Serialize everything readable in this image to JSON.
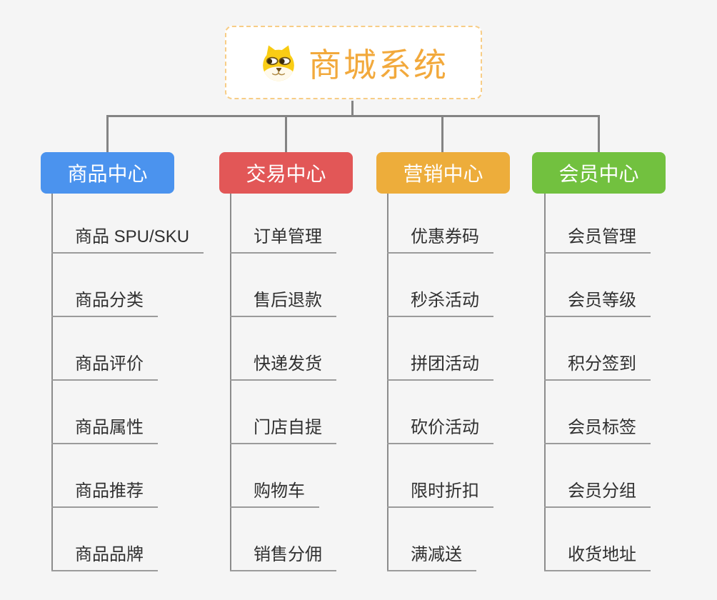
{
  "canvas": {
    "background": "#f5f5f5"
  },
  "root": {
    "title": "商城系统",
    "icon": "doge-face-icon",
    "text_color": "#f2a93c",
    "border_color": "#f7cd86",
    "fill": "#ffffff"
  },
  "connector_color": "#848484",
  "underline_color": "#9b9b9b",
  "branches": [
    {
      "label": "商品中心",
      "color": "#4b93ee",
      "items": [
        "商品 SPU/SKU",
        "商品分类",
        "商品评价",
        "商品属性",
        "商品推荐",
        "商品品牌"
      ]
    },
    {
      "label": "交易中心",
      "color": "#e25757",
      "items": [
        "订单管理",
        "售后退款",
        "快递发货",
        "门店自提",
        "购物车",
        "销售分佣"
      ]
    },
    {
      "label": "营销中心",
      "color": "#edad3b",
      "items": [
        "优惠券码",
        "秒杀活动",
        "拼团活动",
        "砍价活动",
        "限时折扣",
        "满减送"
      ]
    },
    {
      "label": "会员中心",
      "color": "#72c13f",
      "items": [
        "会员管理",
        "会员等级",
        "积分签到",
        "会员标签",
        "会员分组",
        "收货地址"
      ]
    }
  ]
}
